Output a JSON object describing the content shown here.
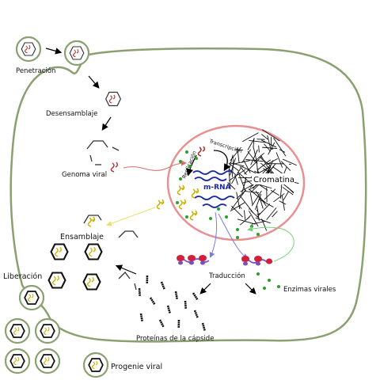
{
  "labels": {
    "penetracion": "Penetración",
    "desensamblaje": "Desensamblaje",
    "genoma_viral": "Genoma viral",
    "replicacion": "Replicación",
    "transcripcion": "Transcripción",
    "mrna": "m-RNA",
    "cromatina": "Cromatina",
    "ensamblaje": "Ensamblaje",
    "liberacion": "Liberación",
    "traduccion": "Traducción",
    "enzimas_virales": "Enzimas virales",
    "proteinas_capside": "Proteínas de la cápside",
    "progenie_viral": "Progenie viral"
  },
  "colors": {
    "cell_membrane": "#8aa070",
    "nucleus": "#e89090",
    "dna_red": "#b03030",
    "mrna_blue": "#1a2aa0",
    "yellow_genome": "#c8b400",
    "green_dots": "#2aa02a",
    "arrow_blue": "#7b7be6",
    "arrow_green": "#7ad07a",
    "arrow_yellow": "#e8e070",
    "ribosome_red": "#d0203a",
    "ribosome_purple": "#7a4fc0"
  }
}
